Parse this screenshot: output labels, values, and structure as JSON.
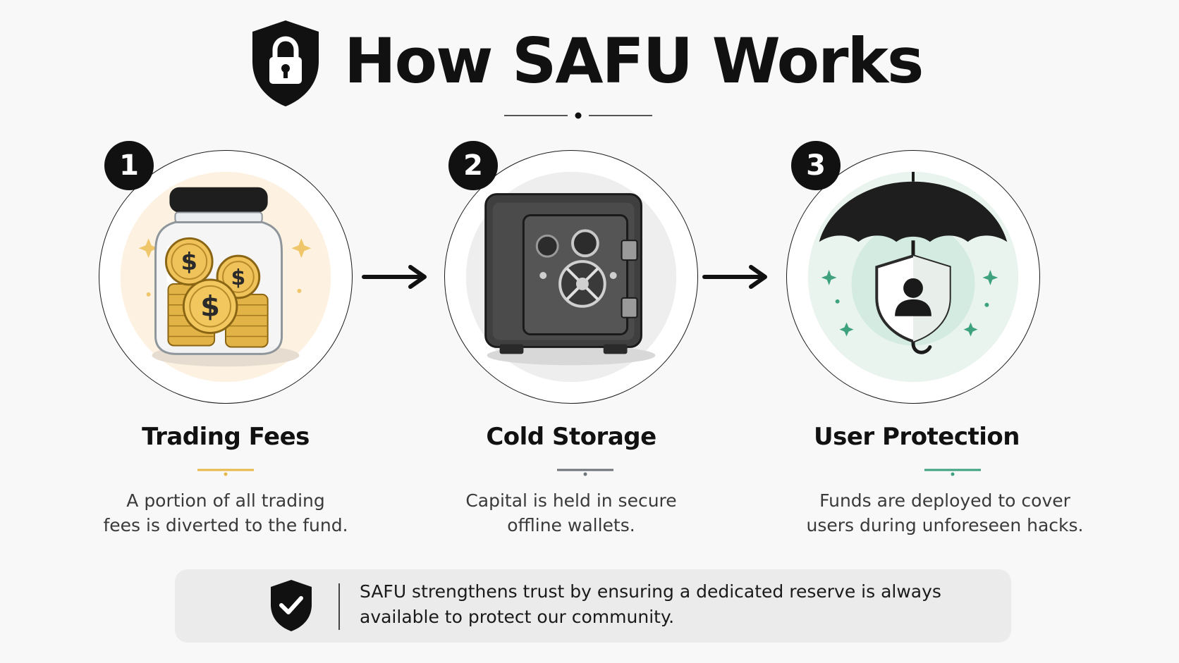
{
  "header": {
    "title": "How SAFU Works",
    "icon": "shield-lock-icon"
  },
  "steps": [
    {
      "number": "1",
      "title": "Trading Fees",
      "description_line1": "A portion of all trading",
      "description_line2": "fees is diverted to the fund.",
      "icon": "coin-jar-icon",
      "accent_color": "#e8b84a"
    },
    {
      "number": "2",
      "title": "Cold Storage",
      "description_line1": "Capital is held in secure",
      "description_line2": "offline wallets.",
      "icon": "safe-vault-icon",
      "accent_color": "#6e7479"
    },
    {
      "number": "3",
      "title": "User Protection",
      "description_line1": "Funds are deployed to cover",
      "description_line2": "users during unforeseen hacks.",
      "icon": "umbrella-shield-user-icon",
      "accent_color": "#3fa27f"
    }
  ],
  "arrows": [
    "arrow-right-icon",
    "arrow-right-icon"
  ],
  "footer": {
    "icon": "shield-check-icon",
    "text_line1": "SAFU strengthens trust by ensuring a dedicated reserve is always",
    "text_line2": "available to protect our community."
  }
}
